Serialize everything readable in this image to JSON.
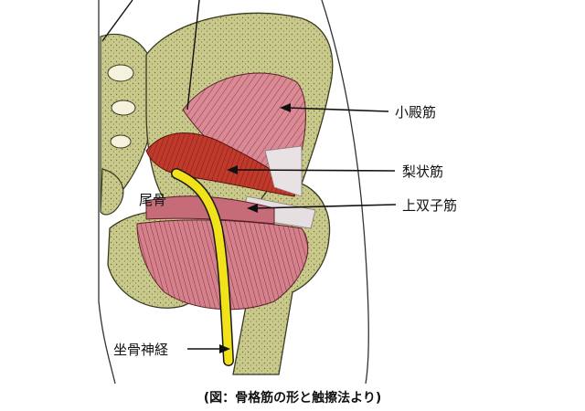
{
  "labels": {
    "gluteus_minimus": "小殿筋",
    "piriformis": "梨状筋",
    "superior_gemellus": "上双子筋",
    "coccyx": "尾骨",
    "sciatic_nerve": "坐骨神経"
  },
  "caption": "(図：骨格筋の形と触擦法より)",
  "colors": {
    "bone": "#c8c98a",
    "bone_shadow": "#6f7045",
    "muscle_pink": "#d98a94",
    "muscle_red": "#c0392b",
    "nerve": "#f2e21a",
    "tendon": "#e8e2e4"
  }
}
